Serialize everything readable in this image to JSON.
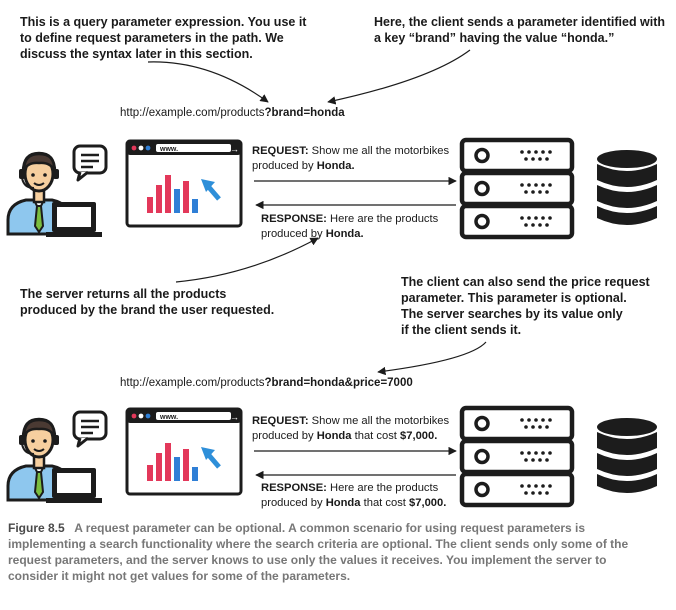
{
  "notes": {
    "query_param": [
      "This is a query parameter expression. You use it",
      "to define request parameters in the path. We",
      "discuss the syntax later in this section."
    ],
    "client_sends": [
      "Here, the client sends a parameter identified with",
      "a key “brand” having the value “honda.”"
    ],
    "server_returns": [
      "The server returns all the products",
      "produced by the brand the user requested."
    ],
    "price_optional": [
      "The client can also send the price request",
      "parameter. This parameter is optional.",
      "The server searches by its value only",
      "if the client sends it."
    ]
  },
  "url1": {
    "base": "http://example.com/products",
    "query": "?brand=honda"
  },
  "url2": {
    "base": "http://example.com/products",
    "query": "?brand=honda&price=7000"
  },
  "browser_address": "www.",
  "scene1": {
    "request": {
      "label": "REQUEST:",
      "line1": " Show me all the motorbikes",
      "line2_pre": "produced by ",
      "line2_bold": "Honda",
      "line2_post": "."
    },
    "response": {
      "label": "RESPONSE:",
      "line1": " Here are the products",
      "line2_pre": "produced by ",
      "line2_bold": "Honda",
      "line2_post": "."
    }
  },
  "scene2": {
    "request": {
      "label": "REQUEST:",
      "line1": " Show me all the motorbikes",
      "line2_pre": "produced by ",
      "line2_bold": "Honda",
      "line2_mid": " that cost ",
      "line2_bold2": "$7,000",
      "line2_post": "."
    },
    "response": {
      "label": "RESPONSE:",
      "line1": " Here are the products",
      "line2_pre": "produced by ",
      "line2_bold": "Honda",
      "line2_mid": " that cost ",
      "line2_bold2": "$7,000",
      "line2_post": "."
    }
  },
  "caption": {
    "figure": "Figure 8.5",
    "lines": [
      "   A request parameter can be optional. A common scenario for using request parameters is",
      "implementing a search functionality where the search criteria are optional. The client sends only some of the",
      "request parameters, and the server knows to use only the values it receives. You implement the server to",
      "consider it might not get values for some of the parameters."
    ]
  },
  "colors": {
    "dark": "#1c1c1c",
    "bar_red": "#e3385a",
    "bar_blue": "#2f7fd6",
    "arrow_blue": "#2e8fd9",
    "skin": "#f6cf9f",
    "shirt": "#8ec7ee",
    "tie": "#7bbd3f",
    "hair": "#4a3a33",
    "caption": "#777777"
  },
  "icons": [
    "user-at-laptop-icon",
    "speech-bubble-icon",
    "browser-chart-icon",
    "server-rack-icon",
    "database-icon"
  ]
}
